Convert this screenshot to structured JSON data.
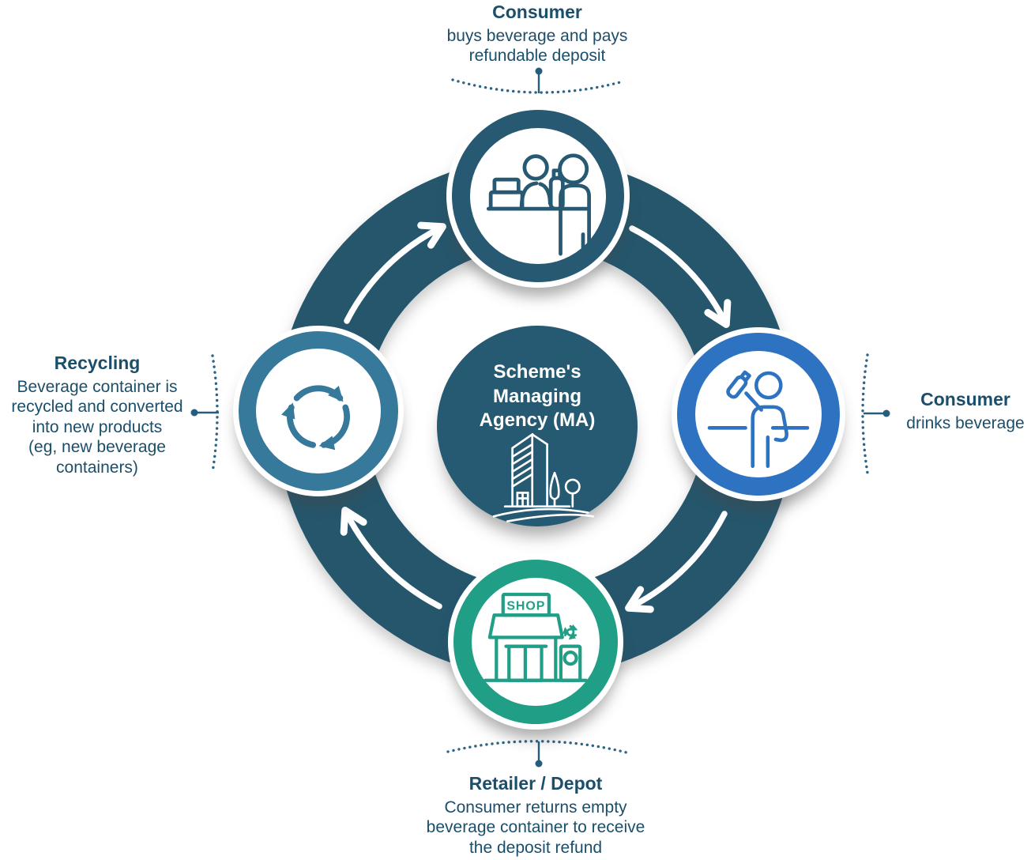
{
  "diagram": {
    "center": {
      "title": "Scheme's\nManaging\nAgency (MA)",
      "icon": "office-building-icon",
      "circle_color": "#265a73"
    },
    "nodes": {
      "top": {
        "title": "Consumer",
        "desc": "buys beverage and pays\nrefundable deposit",
        "icon": "checkout-counter-icon",
        "ring_color": "#275a72"
      },
      "right": {
        "title": "Consumer",
        "desc": "drinks beverage",
        "icon": "person-drinking-icon",
        "ring_color": "#2e72c2"
      },
      "bottom": {
        "title": "Retailer / Depot",
        "desc": "Consumer returns empty\nbeverage container to receive\nthe deposit refund",
        "icon": "shop-with-recycle-bin-icon",
        "ring_color": "#219e86",
        "sign_label": "SHOP"
      },
      "left": {
        "title": "Recycling",
        "desc": "Beverage container is\nrecycled and converted\ninto new products\n(eg, new beverage\ncontainers)",
        "icon": "recycling-arrows-icon",
        "ring_color": "#36799a"
      }
    },
    "colors": {
      "background": "#ffffff",
      "main_ring": "#25566c",
      "flow_arrows": "#ffffff",
      "dotted_guides": "#2b6486",
      "text": "#1b4e6b"
    }
  }
}
